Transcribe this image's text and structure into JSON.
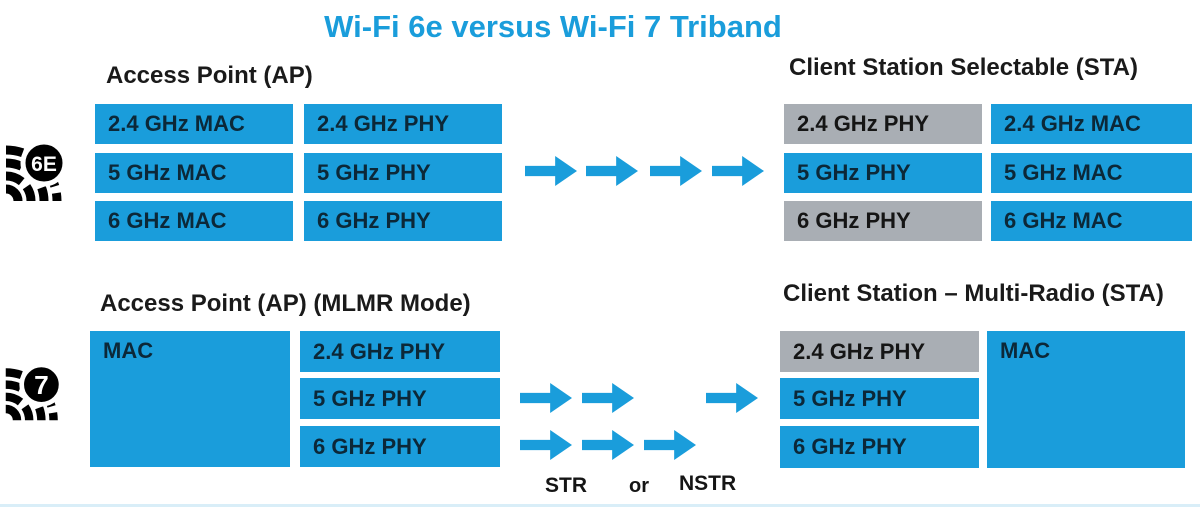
{
  "title": "Wi-Fi 6e versus Wi-Fi 7 Triband",
  "colors": {
    "accent_blue": "#1A9DDB",
    "inactive_gray": "#A9AEB4",
    "box_text_dark": "#0C2838",
    "header_text": "#1A1A1A"
  },
  "wifi6e": {
    "badge_label": "6E",
    "ap_header": "Access Point (AP)",
    "sta_header": "Client Station Selectable (STA)",
    "ap_boxes": [
      {
        "label": "2.4 GHz MAC",
        "variant": "blue"
      },
      {
        "label": "2.4 GHz PHY",
        "variant": "blue"
      },
      {
        "label": "5 GHz MAC",
        "variant": "blue"
      },
      {
        "label": "5 GHz PHY",
        "variant": "blue"
      },
      {
        "label": "6 GHz MAC",
        "variant": "blue"
      },
      {
        "label": "6 GHz PHY",
        "variant": "blue"
      }
    ],
    "sta_boxes": [
      {
        "label": "2.4 GHz PHY",
        "variant": "gray"
      },
      {
        "label": "2.4 GHz MAC",
        "variant": "blue"
      },
      {
        "label": "5 GHz PHY",
        "variant": "blue"
      },
      {
        "label": "5 GHz MAC",
        "variant": "blue"
      },
      {
        "label": "6 GHz PHY",
        "variant": "gray"
      },
      {
        "label": "6 GHz MAC",
        "variant": "blue"
      }
    ]
  },
  "wifi7": {
    "badge_label": "7",
    "ap_header": "Access Point (AP) (MLMR Mode)",
    "ap_mac_label": "MAC",
    "ap_phy_boxes": [
      {
        "label": "2.4 GHz PHY",
        "variant": "blue"
      },
      {
        "label": "5 GHz PHY",
        "variant": "blue"
      },
      {
        "label": "6 GHz PHY",
        "variant": "blue"
      }
    ],
    "sta_header": "Client Station – Multi-Radio (STA)",
    "sta_phy_boxes": [
      {
        "label": "2.4 GHz PHY",
        "variant": "gray"
      },
      {
        "label": "5 GHz PHY",
        "variant": "blue"
      },
      {
        "label": "6 GHz PHY",
        "variant": "blue"
      }
    ],
    "sta_mac_label": "MAC",
    "link_modes": {
      "str": "STR",
      "or": "or",
      "nstr": "NSTR"
    }
  }
}
